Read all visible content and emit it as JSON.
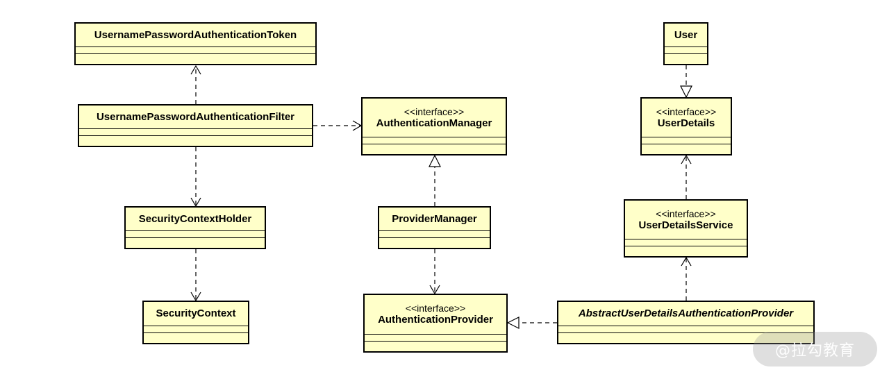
{
  "classes": {
    "token": {
      "name": "UsernamePasswordAuthenticationToken"
    },
    "filter": {
      "name": "UsernamePasswordAuthenticationFilter"
    },
    "auth_manager": {
      "stereotype": "<<interface>>",
      "name": "AuthenticationManager"
    },
    "context_holder": {
      "name": "SecurityContextHolder"
    },
    "security_context": {
      "name": "SecurityContext"
    },
    "provider_manager": {
      "name": "ProviderManager"
    },
    "auth_provider": {
      "stereotype": "<<interface>>",
      "name": "AuthenticationProvider"
    },
    "user": {
      "name": "User"
    },
    "user_details": {
      "stereotype": "<<interface>>",
      "name": "UserDetails"
    },
    "user_details_service": {
      "stereotype": "<<interface>>",
      "name": "UserDetailsService"
    },
    "abstract_provider": {
      "name": "AbstractUserDetailsAuthenticationProvider",
      "abstract": true
    }
  },
  "relations": [
    {
      "from": "filter",
      "to": "token",
      "type": "dependency"
    },
    {
      "from": "filter",
      "to": "auth_manager",
      "type": "dependency"
    },
    {
      "from": "filter",
      "to": "context_holder",
      "type": "dependency"
    },
    {
      "from": "context_holder",
      "to": "security_context",
      "type": "dependency"
    },
    {
      "from": "provider_manager",
      "to": "auth_manager",
      "type": "realization"
    },
    {
      "from": "provider_manager",
      "to": "auth_provider",
      "type": "dependency"
    },
    {
      "from": "user",
      "to": "user_details",
      "type": "realization"
    },
    {
      "from": "user_details_service",
      "to": "user_details",
      "type": "dependency"
    },
    {
      "from": "abstract_provider",
      "to": "user_details_service",
      "type": "dependency"
    },
    {
      "from": "abstract_provider",
      "to": "auth_provider",
      "type": "realization"
    }
  ],
  "colors": {
    "class_fill": "#ffffc9",
    "line": "#000000"
  },
  "watermark": {
    "text": "@拉勾教育"
  }
}
